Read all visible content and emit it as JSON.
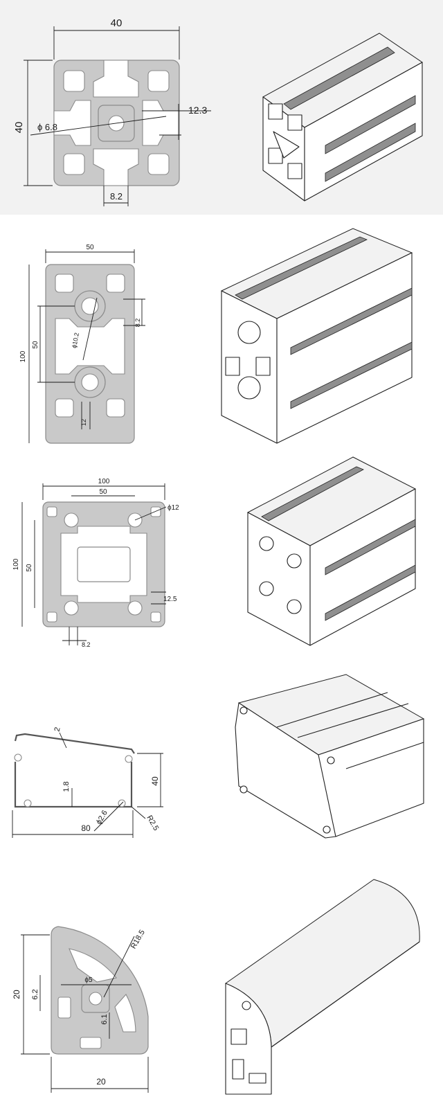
{
  "panels": [
    {
      "background": "#f2f2f2",
      "labels": {
        "width": "40",
        "height": "40",
        "hole": "ϕ 6.8",
        "slot_depth": "12.3",
        "slot_width": "8.2"
      }
    },
    {
      "background": "#ffffff",
      "labels": {
        "width": "50",
        "height": "100",
        "pitch": "50",
        "hole": "ϕ10.2",
        "slot_width": "8.2",
        "slot_depth": "12"
      }
    },
    {
      "background": "#ffffff",
      "labels": {
        "width": "100",
        "inner_width": "50",
        "height": "100",
        "inner_height": "50",
        "hole": "ϕ12",
        "slot_depth": "12.5",
        "slot_width": "8.2"
      }
    },
    {
      "background": "#ffffff",
      "labels": {
        "wall": "2",
        "height": "40",
        "inner_wall": "1.8",
        "width": "80",
        "hole": "ϕ2.6",
        "radius": "R2.5"
      }
    },
    {
      "background": "#ffffff",
      "labels": {
        "radius": "R18.5",
        "height": "20",
        "offset": "6.2",
        "hole": "ϕ5",
        "depth": "6.1",
        "width": "20"
      }
    }
  ]
}
